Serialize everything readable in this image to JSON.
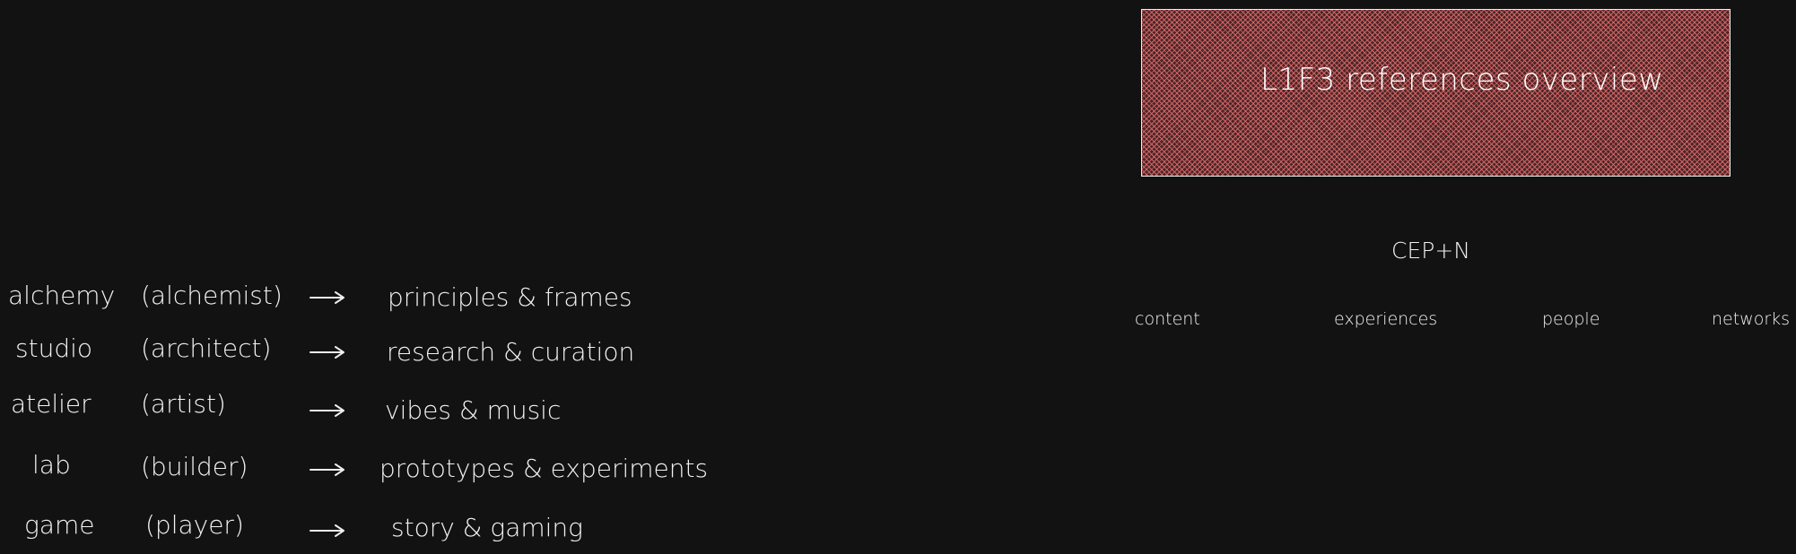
{
  "title": "L1F3 references overview",
  "colors": {
    "background": "#121212",
    "title_box_fill": "#4b2628",
    "title_box_hatch": "#e26c6c",
    "stroke": "#f0f0f0"
  },
  "cepn": {
    "heading": "CEP+N",
    "items": [
      "content",
      "experiences",
      "people",
      "networks"
    ]
  },
  "arrow_glyph": "-->",
  "rows": [
    {
      "name": "alchemy",
      "role": "(alchemist)",
      "focus": "principles & frames"
    },
    {
      "name": "studio",
      "role": "(architect)",
      "focus": "research & curation"
    },
    {
      "name": "atelier",
      "role": "(artist)",
      "focus": "vibes & music"
    },
    {
      "name": "lab",
      "role": "(builder)",
      "focus": "prototypes & experiments"
    },
    {
      "name": "game",
      "role": "(player)",
      "focus": "story & gaming"
    }
  ]
}
